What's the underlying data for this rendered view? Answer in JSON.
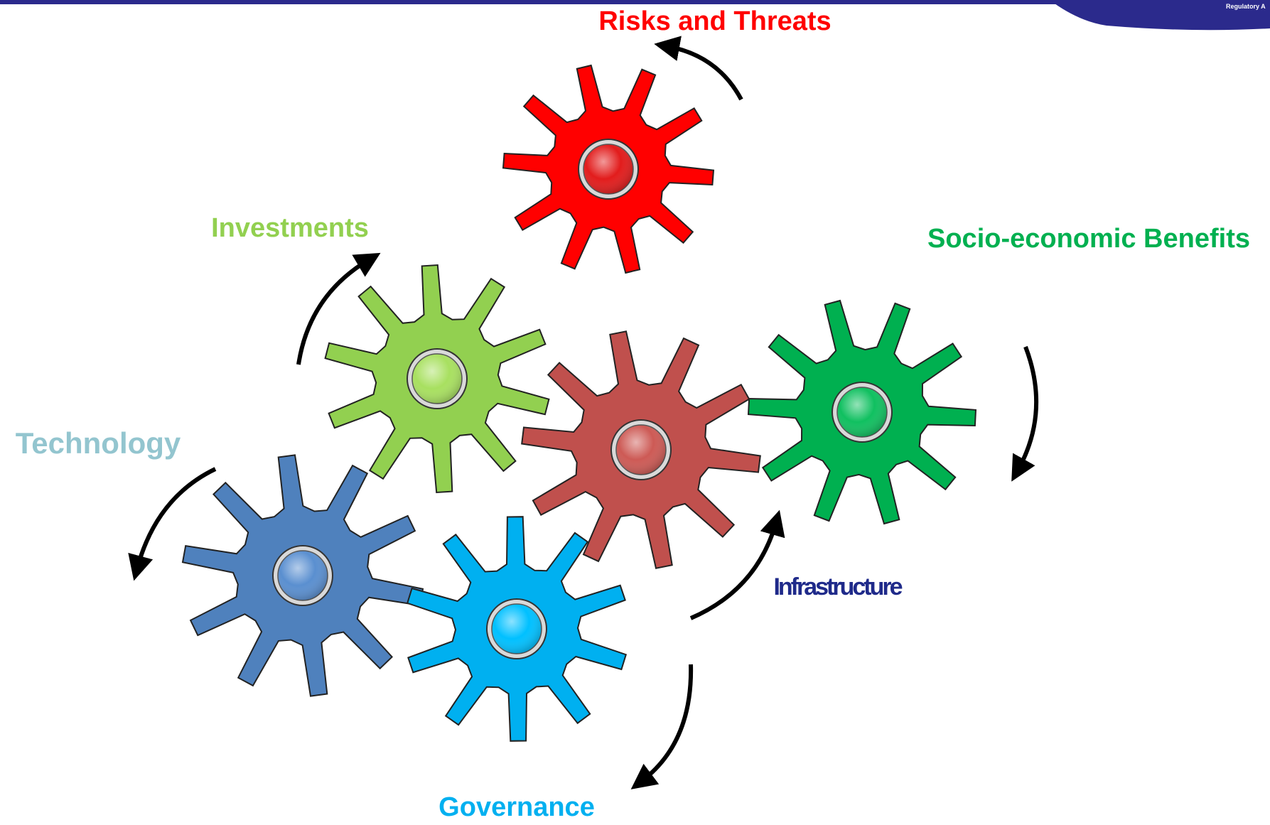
{
  "header": {
    "bar_color": "#2b2a8c",
    "logo_text": "Regulatory A"
  },
  "gears": [
    {
      "id": "risks",
      "label": "Risks and Threats",
      "color": "#ff0000",
      "hub": "#e21c1c",
      "label_color": "#ff0000"
    },
    {
      "id": "investments",
      "label": "Investments",
      "color": "#92d050",
      "hub": "#a8e060",
      "label_color": "#92d050"
    },
    {
      "id": "infrastructure",
      "label": "Infrastructure",
      "color": "#c0504d",
      "hub": "#cd5a55",
      "label_color": "#1f2a8a"
    },
    {
      "id": "socio",
      "label": "Socio-economic Benefits",
      "color": "#00b050",
      "hub": "#10c060",
      "label_color": "#00b050"
    },
    {
      "id": "technology",
      "label": "Technology",
      "color": "#4f81bd",
      "hub": "#5a8fd0",
      "label_color": "#93c5cf"
    },
    {
      "id": "governance",
      "label": "Governance",
      "color": "#00b0f0",
      "hub": "#00c0ff",
      "label_color": "#00b0f0"
    }
  ]
}
